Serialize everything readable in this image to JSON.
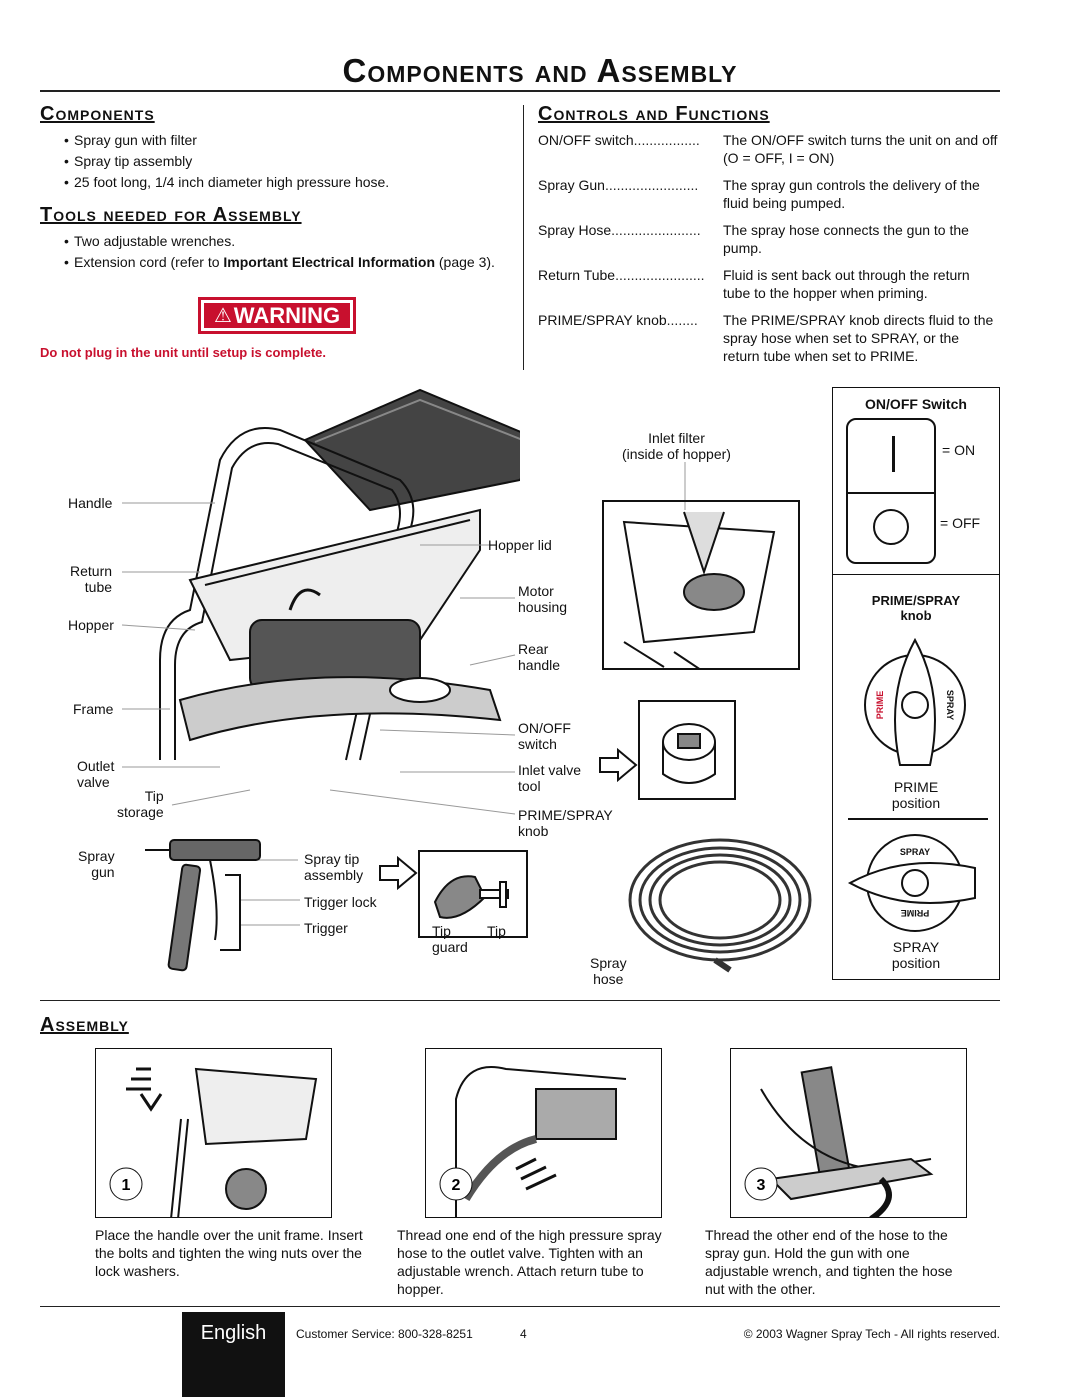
{
  "page_title": "Components and Assembly",
  "components": {
    "heading": "Components",
    "items": [
      "Spray gun with filter",
      "Spray tip assembly",
      "25 foot long, 1/4 inch diameter high pressure hose."
    ]
  },
  "tools": {
    "heading": "Tools needed for Assembly",
    "item1": "Two adjustable wrenches.",
    "item2_pre": "Extension cord (refer to ",
    "item2_bold": "Important Electrical Information",
    "item2_post": " (page 3)."
  },
  "warning": {
    "label": "WARNING",
    "text": "Do not plug in the unit until setup is complete.",
    "color": "#c8102e"
  },
  "controls": {
    "heading": "Controls and Functions",
    "rows": [
      {
        "label": "ON/OFF switch",
        "dots": ".................",
        "desc": "The ON/OFF switch turns the unit on and off (O = OFF, I = ON)"
      },
      {
        "label": "Spray Gun",
        "dots": "........................",
        "desc": "The spray gun controls the delivery of the fluid being pumped."
      },
      {
        "label": "Spray Hose",
        "dots": ".......................",
        "desc": "The spray hose connects the gun to the pump."
      },
      {
        "label": "Return Tube",
        "dots": ".......................",
        "desc": "Fluid is sent back out through the return tube to the hopper when priming."
      },
      {
        "label": "PRIME/SPRAY knob",
        "dots": "........",
        "desc": "The PRIME/SPRAY knob directs fluid to the spray hose when set to SPRAY, or the return tube when set to PRIME."
      }
    ]
  },
  "diagram_labels": {
    "handle": "Handle",
    "return_tube": "Return\ntube",
    "hopper": "Hopper",
    "frame": "Frame",
    "outlet_valve": "Outlet\nvalve",
    "tip_storage": "Tip\nstorage",
    "spray_gun": "Spray\ngun",
    "spray_tip_assembly": "Spray tip\nassembly",
    "trigger_lock": "Trigger lock",
    "trigger": "Trigger",
    "inlet_filter": "Inlet filter\n(inside of hopper)",
    "hopper_lid": "Hopper lid",
    "motor_housing": "Motor\nhousing",
    "rear_handle": "Rear\nhandle",
    "onoff_switch": "ON/OFF\nswitch",
    "inlet_valve_tool": "Inlet valve\ntool",
    "prime_spray_knob": "PRIME/SPRAY\nknob",
    "tip_guard": "Tip\nguard",
    "tip": "Tip",
    "spray_hose": "Spray\nhose"
  },
  "onoff_panel": {
    "title": "ON/OFF Switch",
    "on": "= ON",
    "off": "= OFF"
  },
  "knob_panel": {
    "title": "PRIME/SPRAY\nknob",
    "prime_text": "PRIME",
    "spray_text": "SPRAY",
    "prime_position": "PRIME\nposition",
    "spray_position": "SPRAY\nposition"
  },
  "assembly": {
    "heading": "Assembly",
    "steps": [
      {
        "num": "1",
        "text": "Place the handle over the unit frame.  Insert the bolts and tighten the wing nuts over the lock washers."
      },
      {
        "num": "2",
        "text": "Thread one end of the high pressure spray hose to the outlet valve. Tighten with an adjustable wrench. Attach return tube to hopper."
      },
      {
        "num": "3",
        "text": "Thread the other end of the hose to the spray gun.  Hold the gun with one adjustable wrench, and tighten the hose nut with the other."
      }
    ]
  },
  "footer": {
    "language": "English",
    "service": "Customer Service: 800-328-8251",
    "page": "4",
    "copyright": "© 2003 Wagner Spray Tech - All rights reserved."
  }
}
